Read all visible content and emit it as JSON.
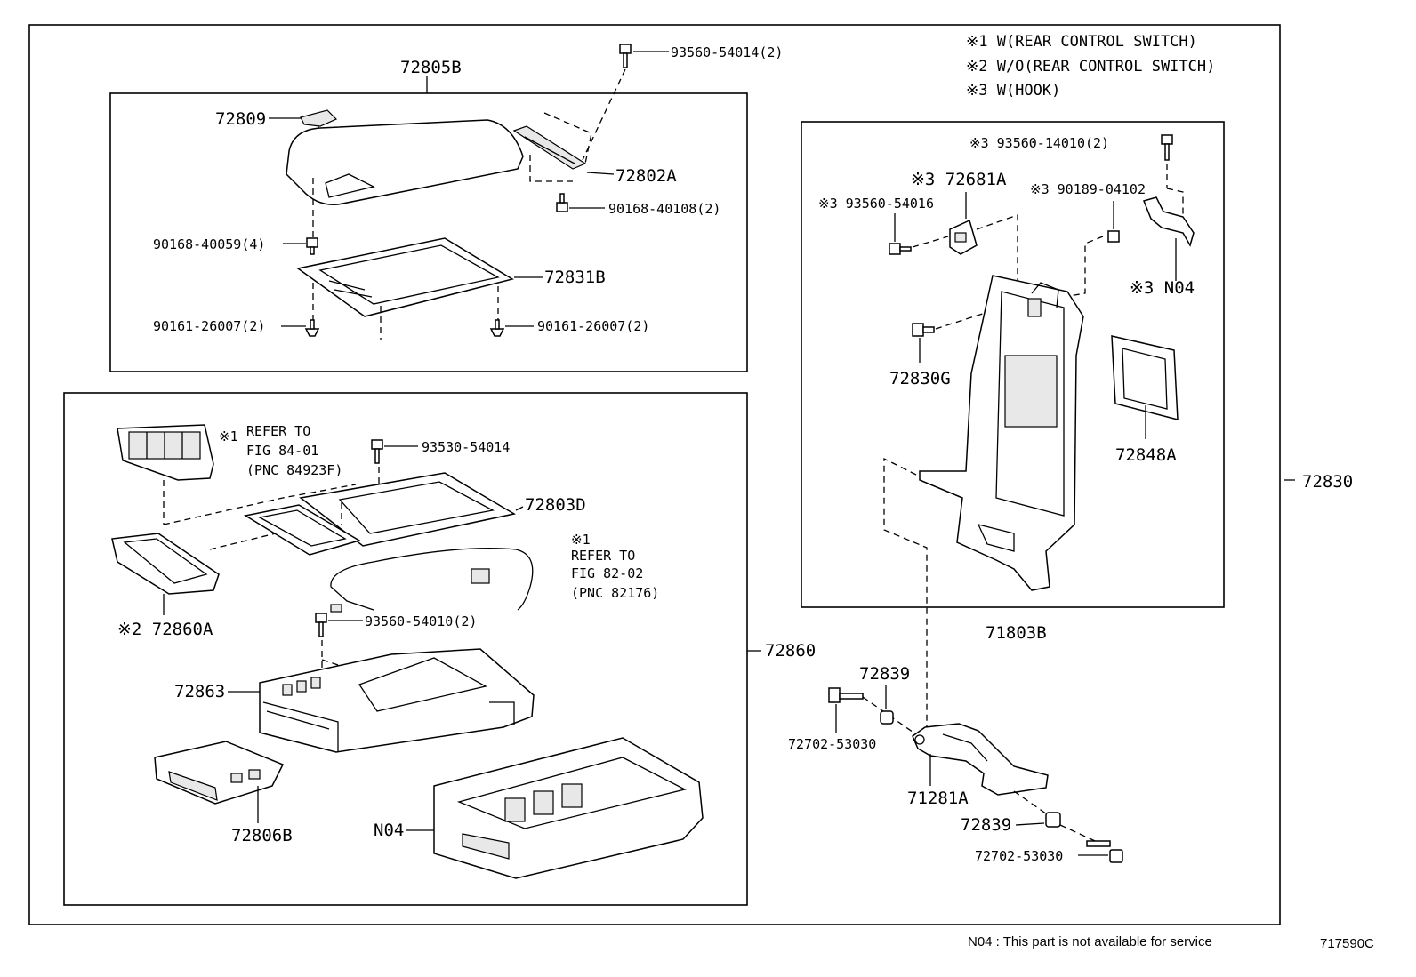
{
  "notes": {
    "n1": "※1 W(REAR CONTROL SWITCH)",
    "n2": "※2 W/O(REAR CONTROL SWITCH)",
    "n3": "※3 W(HOOK)"
  },
  "labels": {
    "p72805B": "72805B",
    "p93560_54014_2": "93560-54014(2)",
    "p72809": "72809",
    "p72802A": "72802A",
    "p90168_40108_2": "90168-40108(2)",
    "p90168_40059_4": "90168-40059(4)",
    "p72831B": "72831B",
    "p90161_26007_2_left": "90161-26007(2)",
    "p90161_26007_2_right": "90161-26007(2)",
    "refer1_mark": "※1",
    "refer1_l1": "REFER TO",
    "refer1_l2": "FIG 84-01",
    "refer1_l3": "(PNC 84923F)",
    "p93530_54014": "93530-54014",
    "p72803D": "72803D",
    "refer2_mark": "※1",
    "refer2_l1": "REFER TO",
    "refer2_l2": "FIG 82-02",
    "refer2_l3": "(PNC 82176)",
    "p72860A": "※2 72860A",
    "p93560_54010_2": "93560-54010(2)",
    "p72860": "72860",
    "p72863": "72863",
    "p72806B": "72806B",
    "pN04_left": "N04",
    "p93560_14010_2": "※3 93560-14010(2)",
    "p72681A": "※3 72681A",
    "p93560_54016": "※3 93560-54016",
    "p90189_04102": "※3 90189-04102",
    "pN04_right": "※3 N04",
    "p72830G": "72830G",
    "p72848A": "72848A",
    "p72830": "72830",
    "p71803B": "71803B",
    "p72839_top": "72839",
    "p72702_53030_top": "72702-53030",
    "p71281A": "71281A",
    "p72839_bottom": "72839",
    "p72702_53030_bottom": "72702-53030"
  },
  "footer": {
    "note": "N04 : This part is not available for service",
    "code": "717590C"
  }
}
